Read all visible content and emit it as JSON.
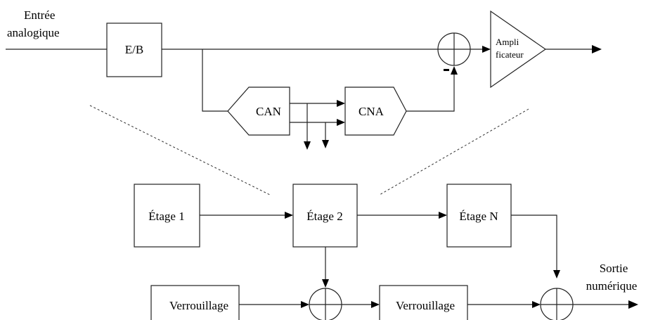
{
  "diagram": {
    "input_label_line1": "Entrée",
    "input_label_line2": "analogique",
    "eb_label": "E/B",
    "can_label": "CAN",
    "cna_label": "CNA",
    "minus_sign": "-",
    "amp_label_line1": "Ampli",
    "amp_label_line2": "ficateur",
    "stage1_label": "Étage 1",
    "stage2_label": "Étage 2",
    "stageN_label": "Étage N",
    "latch1_label": "Verrouillage",
    "latch2_label": "Verrouillage",
    "output_label_line1": "Sortie",
    "output_label_line2": "numérique"
  }
}
